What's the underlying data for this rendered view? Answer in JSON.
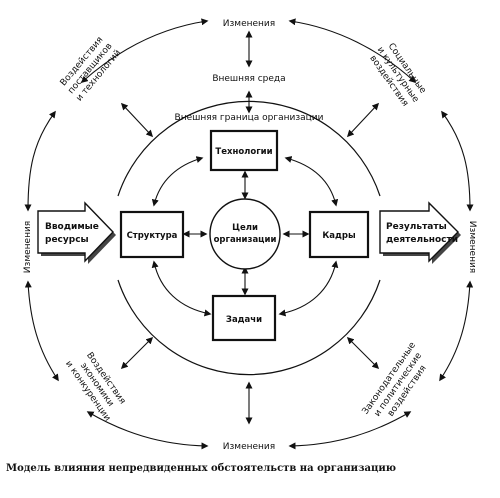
{
  "labels": {
    "top_changes": "Изменения",
    "bottom_changes": "Изменения",
    "left_changes": "Изменения",
    "right_changes": "Изменения",
    "external_env": "Внешняя среда",
    "org_boundary": "Внешняя граница организации",
    "supplier_influence": [
      "Воздействия",
      "поставщиков",
      "и технологий"
    ],
    "social_influence": [
      "Социальные",
      "и культурные",
      "воздействия"
    ],
    "economic_influence": [
      "Воздействия",
      "экономики",
      "и конкуренции"
    ],
    "legal_influence": [
      "Законодательные",
      "и политические",
      "воздействия"
    ]
  },
  "boxes": {
    "technology": "Технологии",
    "structure": "Структура",
    "goals": [
      "Цели",
      "организации"
    ],
    "personnel": "Кадры",
    "tasks": "Задачи"
  },
  "arrows": {
    "inputs": [
      "Вводимые",
      "ресурсы"
    ],
    "outputs": [
      "Результаты",
      "деятельности"
    ]
  },
  "caption": "Модель влияния непредвиденных обстоятельств на организацию"
}
